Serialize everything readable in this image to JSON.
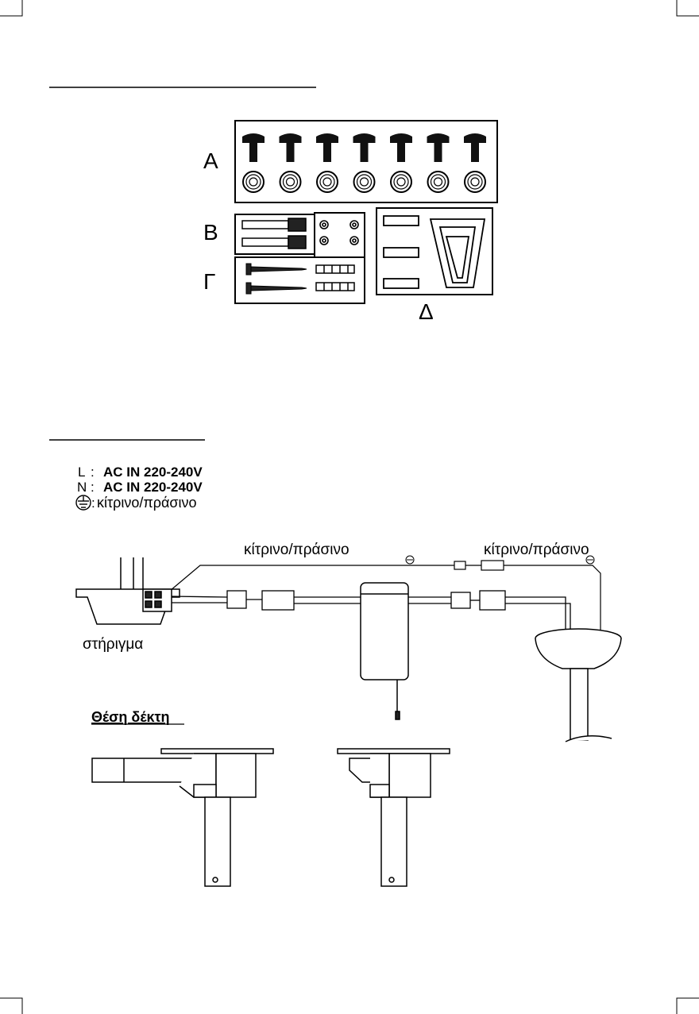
{
  "parts": {
    "labels": [
      "Α",
      "Β",
      "Γ",
      "Δ"
    ]
  },
  "wiring": {
    "legend": [
      {
        "key": "L",
        "value": "AC IN 220-240V"
      },
      {
        "key": "N",
        "value": "AC IN 220-240V"
      },
      {
        "key": "",
        "value": "κίτρινο/πράσινο"
      }
    ],
    "wire_label_left": "κίτρινο/πράσινο",
    "wire_label_right": "κίτρινο/πράσινο",
    "bracket_label": "στήριγμα"
  },
  "receiver": {
    "title": "Θέση δέκτη"
  }
}
